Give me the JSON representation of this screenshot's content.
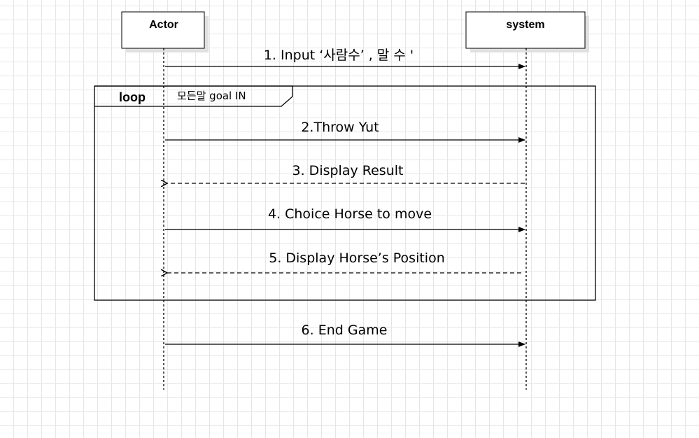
{
  "participants": {
    "actor": {
      "label": "Actor"
    },
    "system": {
      "label": "system"
    }
  },
  "loop": {
    "keyword": "loop",
    "guard": "모든말 goal IN"
  },
  "messages": [
    {
      "label": "1. Input ‘사람수’ , 말 수 '",
      "from": "actor",
      "to": "system",
      "style": "solid"
    },
    {
      "label": "2.Throw Yut",
      "from": "actor",
      "to": "system",
      "style": "solid"
    },
    {
      "label": "3. Display Result",
      "from": "system",
      "to": "actor",
      "style": "dashed"
    },
    {
      "label": "4. Choice Horse to move",
      "from": "actor",
      "to": "system",
      "style": "solid"
    },
    {
      "label": "5. Display Horse’s Position",
      "from": "system",
      "to": "actor",
      "style": "dashed"
    },
    {
      "label": "6. End Game",
      "from": "actor",
      "to": "system",
      "style": "solid"
    }
  ],
  "colors": {
    "line": "#000000",
    "box_fill": "#ffffff",
    "shadow": "#e0e0e0",
    "grid": "#e6e6e6"
  }
}
